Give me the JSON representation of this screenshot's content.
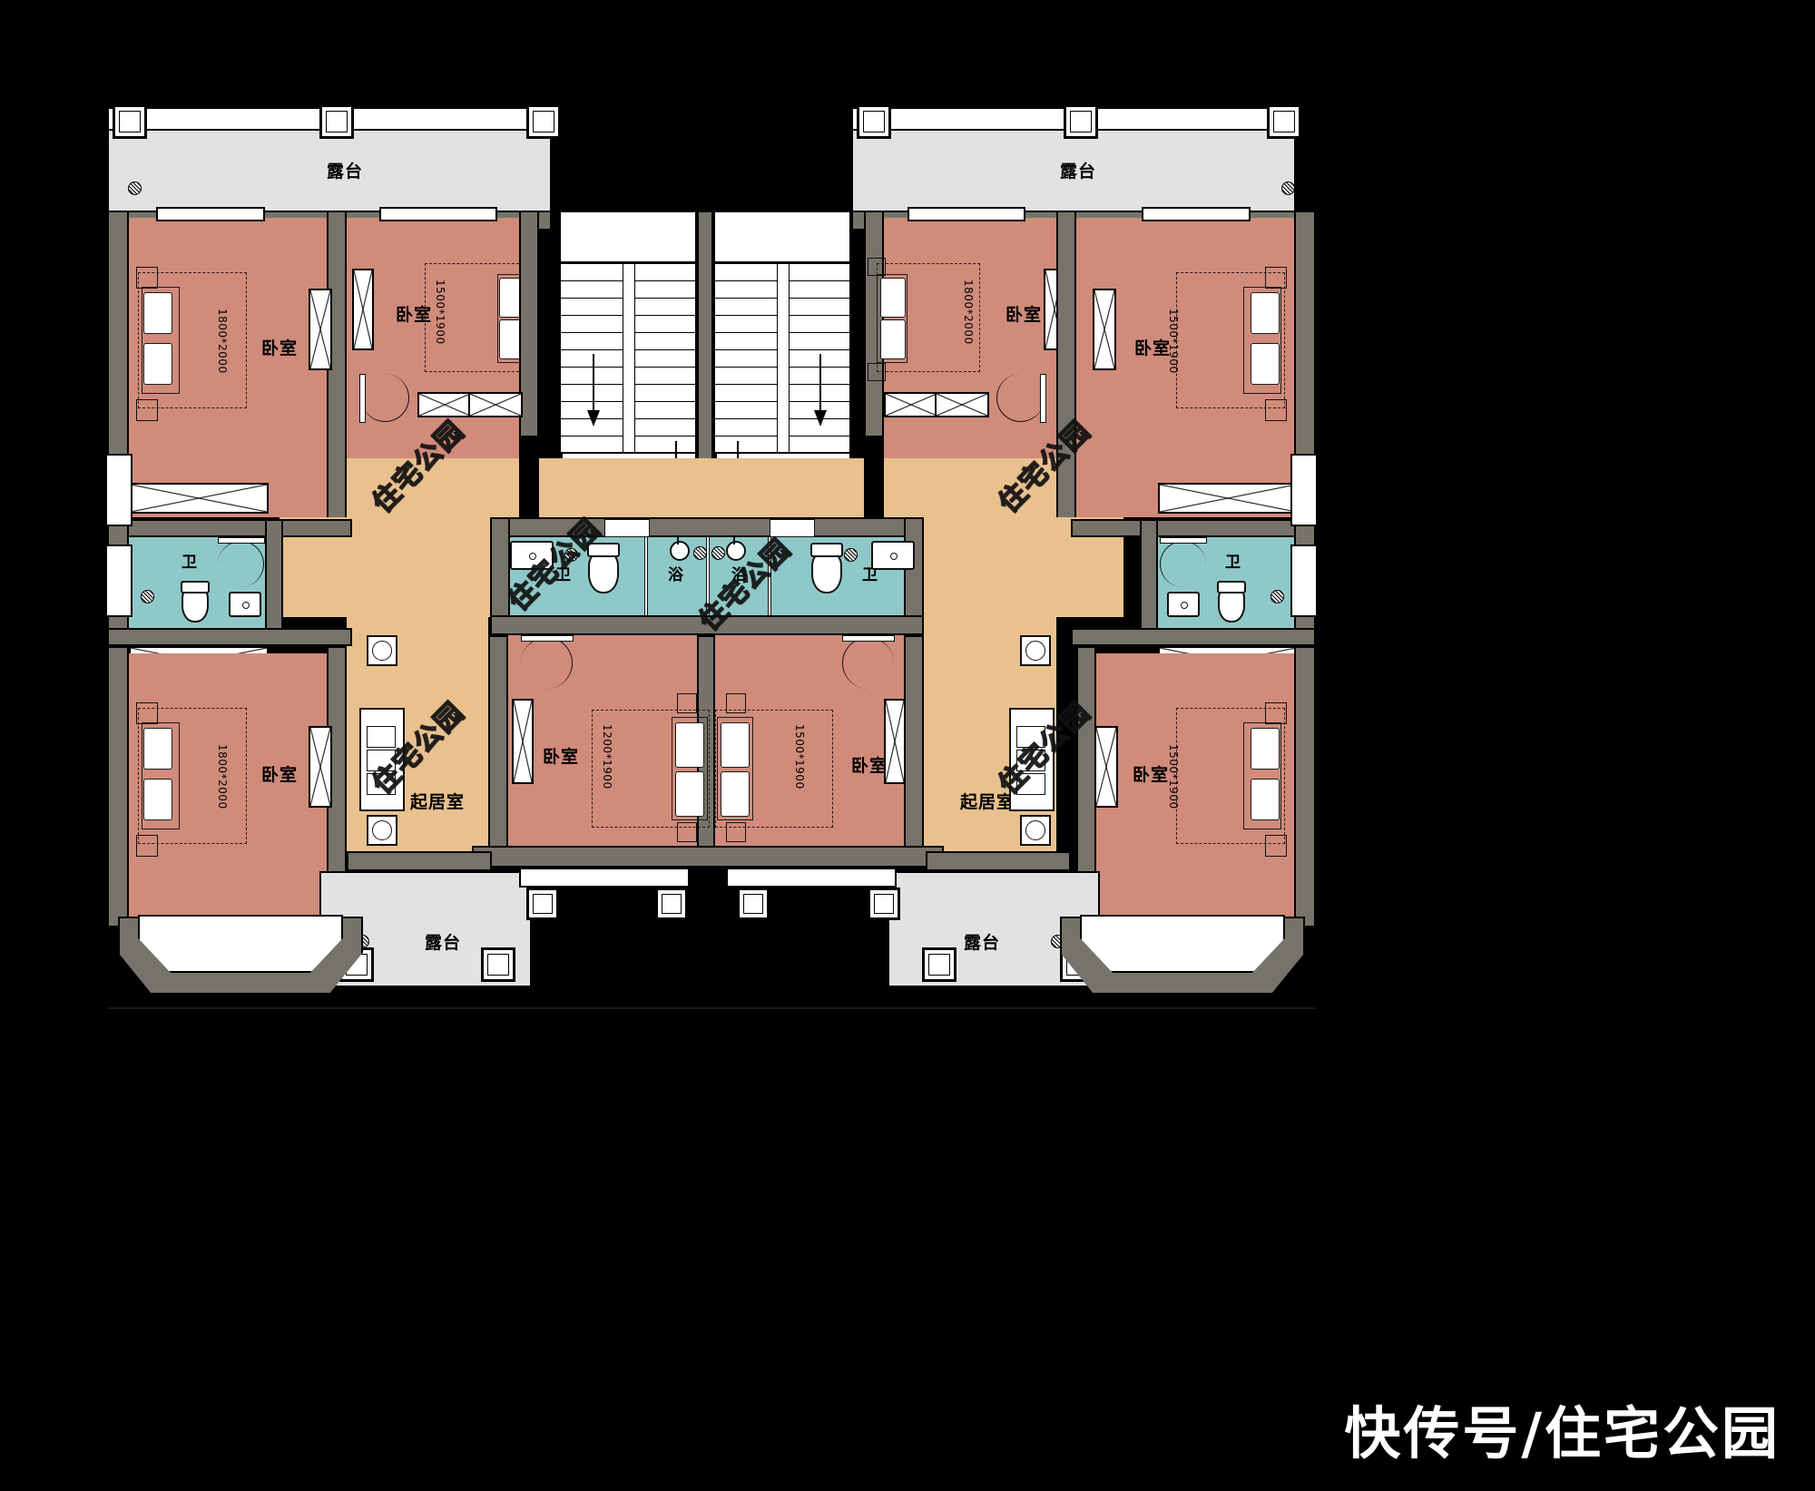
{
  "drawing": {
    "type": "architectural-floor-plan",
    "title_watermark": "住宅公园",
    "brand_watermark": "快传号/住宅公园",
    "palette": {
      "bedroom_fill": "#d08b7b",
      "bathroom_fill": "#8fc8c8",
      "hall_fill": "#e8c18f",
      "terrace_fill": "#e2e2e2",
      "wall_fill": "#76746a",
      "background": "#000000",
      "paper": "#ffffff"
    }
  },
  "labels": {
    "terrace": "露台",
    "bedroom": "卧室",
    "toilet": "卫",
    "bath": "浴",
    "living": "起居室",
    "down": "下"
  },
  "rooms": {
    "terraces": [
      {
        "id": "terrace-top-left",
        "label": "露台"
      },
      {
        "id": "terrace-top-right",
        "label": "露台"
      },
      {
        "id": "terrace-bottom-left",
        "label": "露台"
      },
      {
        "id": "terrace-bottom-right",
        "label": "露台"
      }
    ],
    "bedrooms": [
      {
        "id": "bedroom-nw-outer",
        "label": "卧室",
        "bed_size": "1800*2000"
      },
      {
        "id": "bedroom-nw-inner",
        "label": "卧室",
        "bed_size": "1500*1900"
      },
      {
        "id": "bedroom-ne-inner",
        "label": "卧室",
        "bed_size": "1800*2000"
      },
      {
        "id": "bedroom-ne-outer",
        "label": "卧室",
        "bed_size": "1500*1900"
      },
      {
        "id": "bedroom-sw-outer",
        "label": "卧室",
        "bed_size": "1800*2000"
      },
      {
        "id": "bedroom-sw-inner",
        "label": "卧室",
        "bed_size": "1200*1900"
      },
      {
        "id": "bedroom-se-inner",
        "label": "卧室",
        "bed_size": "1500*1900"
      },
      {
        "id": "bedroom-se-outer",
        "label": "卧室",
        "bed_size": "1500*1900"
      }
    ],
    "baths": [
      {
        "id": "bath-west-outer",
        "label": "卫"
      },
      {
        "id": "bath-center-left",
        "label": "卫"
      },
      {
        "id": "bath-center-shower-left",
        "label": "浴"
      },
      {
        "id": "bath-center-shower-right",
        "label": "浴"
      },
      {
        "id": "bath-center-right",
        "label": "卫"
      },
      {
        "id": "bath-east-outer",
        "label": "卫"
      }
    ],
    "living": [
      {
        "id": "living-left",
        "label": "起居室"
      },
      {
        "id": "living-right",
        "label": "起居室"
      }
    ],
    "stairs": [
      {
        "id": "stair-left",
        "direction_label": "下"
      },
      {
        "id": "stair-right",
        "direction_label": "下"
      }
    ]
  },
  "bed_dimensions": {
    "nw_outer": "1800*2000",
    "nw_inner": "1500*1900",
    "ne_inner": "1800*2000",
    "ne_outer": "1500*1900",
    "sw_outer": "1800*2000",
    "sw_inner": "1200*1900",
    "se_inner": "1500*1900",
    "se_outer": "1500*1900"
  },
  "watermarks": [
    "住宅公园",
    "住宅公园",
    "住宅公园",
    "住宅公园",
    "住宅公园",
    "住宅公园"
  ]
}
